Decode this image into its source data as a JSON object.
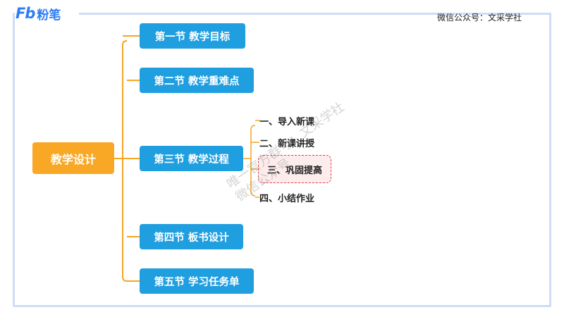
{
  "brand": {
    "mark": "Fb",
    "name": "粉笔"
  },
  "caption": "微信公众号：文采学社",
  "root": {
    "label": "教学设计"
  },
  "sections": [
    {
      "label": "第一节 教学目标"
    },
    {
      "label": "第二节 教学重难点"
    },
    {
      "label": "第三节 教学过程"
    },
    {
      "label": "第四节 板书设计"
    },
    {
      "label": "第五节 学习任务单"
    }
  ],
  "subitems": [
    {
      "label": "一、导入新课"
    },
    {
      "label": "二、新课讲授"
    },
    {
      "label": "三、巩固提高",
      "highlighted": true
    },
    {
      "label": "四、小结作业"
    }
  ],
  "watermark": {
    "line1": "唯一官方群号：文采学社",
    "line2": "微信公众号"
  },
  "colors": {
    "root_fill": "#f9a825",
    "section_fill": "#1f9ee0",
    "connector": "#f5a623",
    "highlight_border": "#e0404a",
    "brand": "#2e7cf6"
  }
}
